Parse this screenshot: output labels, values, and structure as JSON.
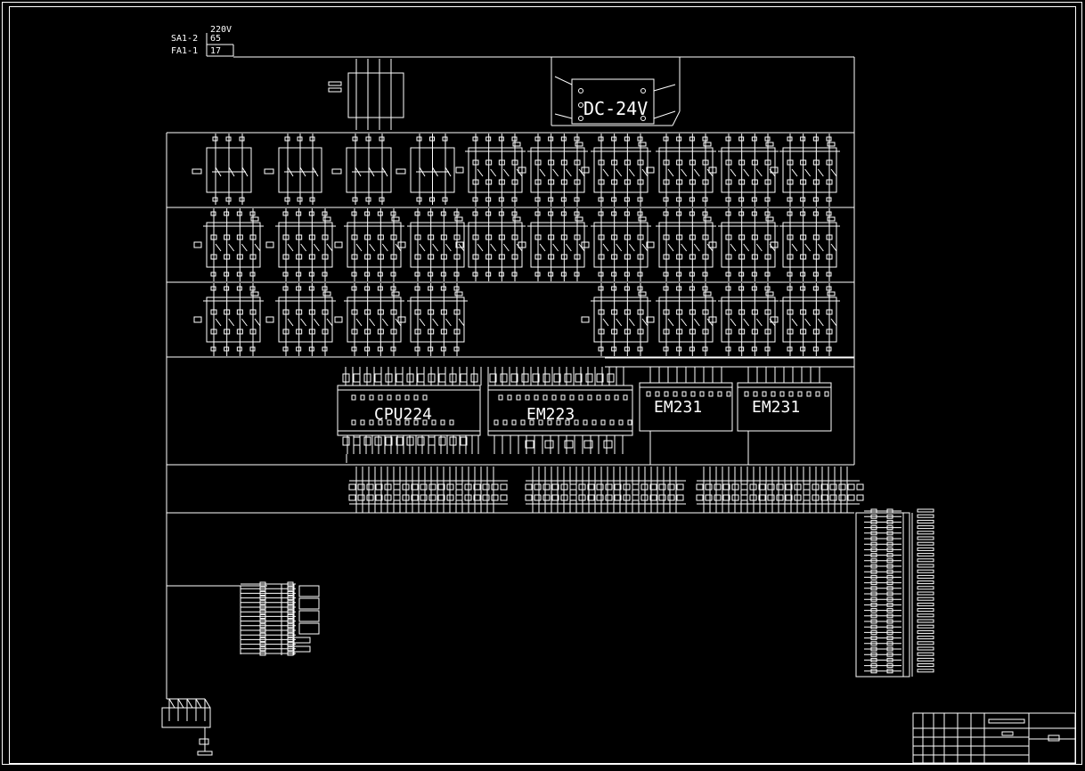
{
  "header_labels": {
    "voltage": "220V",
    "sa_label": "SA1-2",
    "sa_value": "65",
    "fa_label": "FA1-1",
    "fa_value": "17"
  },
  "power_supply": {
    "label": "DC-24V"
  },
  "modules": {
    "cpu": "CPU224",
    "digital": "EM223",
    "analog_1": "EM231",
    "analog_2": "EM231"
  },
  "colors": {
    "background": "#000000",
    "line": "#ffffff"
  }
}
